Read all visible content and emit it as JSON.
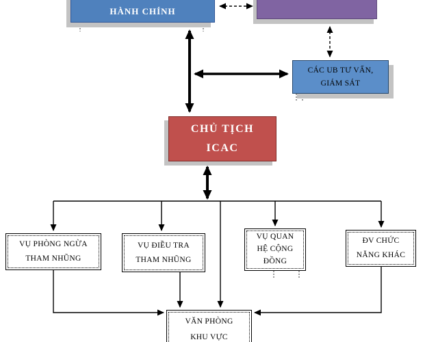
{
  "diagram": {
    "type": "org-chart",
    "title": "ICAC organizational structure (partially cropped)",
    "colors": {
      "admin_fill": "#4f81bd",
      "partner_fill": "#8064a2",
      "advisory_fill": "#5b8ec9",
      "chairman_fill": "#c0504d",
      "shadow": "#c3c3c3",
      "line": "#000000",
      "dept_fill": "#ffffff"
    },
    "nodes": {
      "admin": {
        "label": "HÀNH CHÍNH"
      },
      "partner": {
        "label": ""
      },
      "advisory": {
        "line1": "CÁC UB TƯ VẤN,",
        "line2": "GIÁM SÁT"
      },
      "chairman": {
        "line1": "CHỦ TỊCH",
        "line2": "ICAC"
      },
      "prevention": {
        "line1": "VỤ PHÒNG NGỪA",
        "line2": "THAM NHŨNG"
      },
      "investigation": {
        "line1": "VỤ ĐIỀU TRA",
        "line2": "THAM NHŨNG"
      },
      "community": {
        "line1": "VỤ QUAN",
        "line2": "HỆ CỘNG",
        "line3": "ĐỒNG"
      },
      "other": {
        "line1": "ĐV CHỨC",
        "line2": "NĂNG KHÁC"
      },
      "regional": {
        "line1": "VĂN PHÒNG",
        "line2": "KHU VỰC"
      }
    },
    "edges": [
      {
        "from": "admin",
        "to": "partner",
        "style": "dashed",
        "arrows": "both"
      },
      {
        "from": "partner",
        "to": "advisory",
        "style": "dashed",
        "arrows": "both"
      },
      {
        "from": "admin",
        "to": "chairman",
        "style": "thick",
        "arrows": "both"
      },
      {
        "from": "admin-chairman-link",
        "to": "advisory",
        "style": "thick",
        "arrows": "both"
      },
      {
        "from": "chairman",
        "to": "distribution-line",
        "style": "thick",
        "arrows": "both"
      },
      {
        "from": "distribution-line",
        "to": "prevention",
        "style": "solid",
        "arrows": "end"
      },
      {
        "from": "distribution-line",
        "to": "investigation",
        "style": "solid",
        "arrows": "end"
      },
      {
        "from": "distribution-line",
        "to": "community",
        "style": "solid",
        "arrows": "end"
      },
      {
        "from": "distribution-line",
        "to": "other",
        "style": "solid",
        "arrows": "end"
      },
      {
        "from": "distribution-line",
        "to": "regional",
        "style": "solid",
        "arrows": "end"
      },
      {
        "from": "prevention",
        "to": "regional",
        "style": "solid",
        "arrows": "end"
      },
      {
        "from": "investigation",
        "to": "regional",
        "style": "solid",
        "arrows": "end"
      },
      {
        "from": "other",
        "to": "regional",
        "style": "solid",
        "arrows": "end"
      }
    ]
  }
}
